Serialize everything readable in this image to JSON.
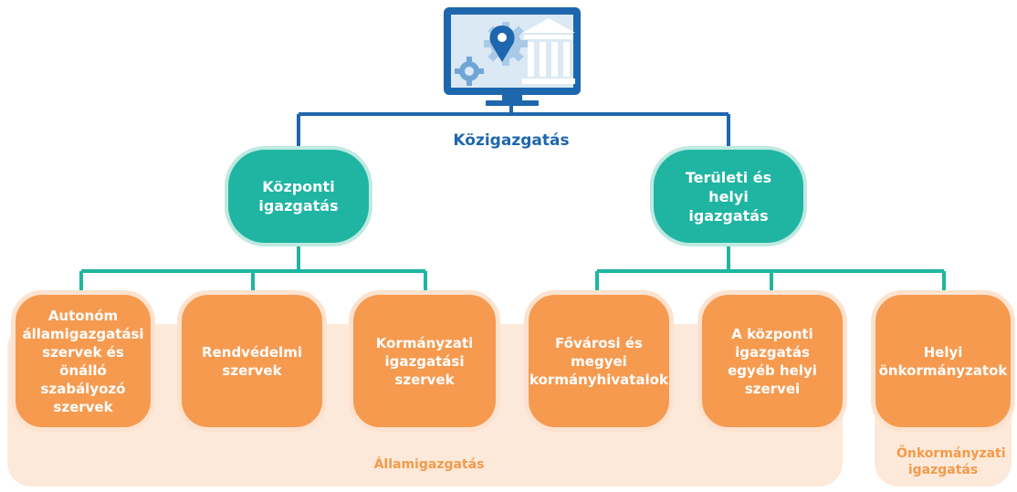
{
  "diagram": {
    "root": {
      "label": "Közigazgatás"
    },
    "branches": [
      {
        "label": "Központi igazgatás",
        "children": [
          {
            "label": "Autonóm államigazgatási szervek és önálló szabályozó szervek"
          },
          {
            "label": "Rendvédelmi szervek"
          },
          {
            "label": "Kormányzati igazgatási szervek"
          }
        ]
      },
      {
        "label": "Területi és helyi igazgatás",
        "children": [
          {
            "label": "Fővárosi és megyei kormányhivatalok"
          },
          {
            "label": "A központi igazgatás egyéb helyi szervei"
          },
          {
            "label": "Helyi önkormányzatok"
          }
        ]
      }
    ],
    "groups": [
      {
        "label": "Államigazgatás"
      },
      {
        "label": "Önkormányzati igazgatás"
      }
    ]
  },
  "colors": {
    "root_line": "#1e66ad",
    "branch_line": "#1fb5a2",
    "mid_node": "#1fb5a2",
    "leaf_node": "#f69a50",
    "group_band": "#fde9d9",
    "group_label": "#f39a4a"
  },
  "icons": [
    "monitor-government-icon"
  ]
}
